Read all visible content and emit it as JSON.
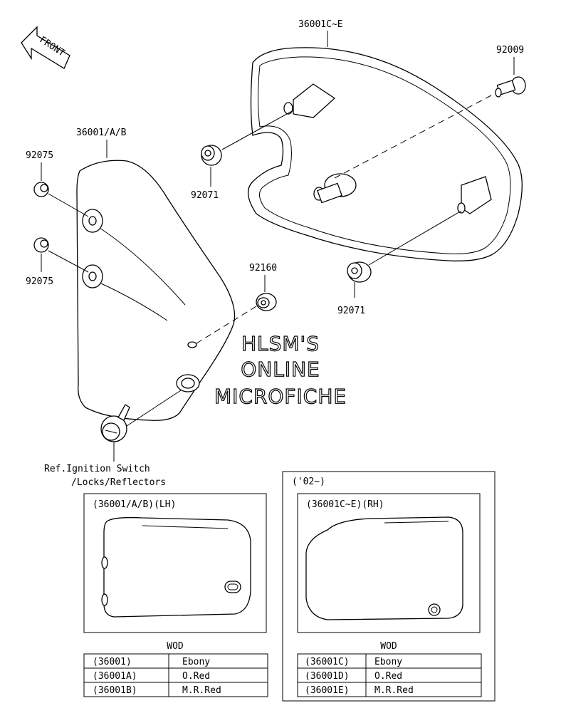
{
  "front_arrow": {
    "label": "FRONT"
  },
  "parts": {
    "cover_rh": "36001C~E",
    "bolt": "92009",
    "cover_lh": "36001/A/B",
    "grommet_upper_left": "92075",
    "grommet_lower_left": "92075",
    "grommet_upper_rh": "92071",
    "grommet_lower_rh": "92071",
    "grommet_mid": "92160"
  },
  "ref_note": {
    "line1": "Ref.Ignition Switch",
    "line2": "/Locks/Reflectors"
  },
  "watermark": {
    "line1": "HLSM'S",
    "line2": "ONLINE",
    "line3": "MICROFICHE"
  },
  "inset_lh": {
    "title": "(36001/A/B)(LH)",
    "table_header": "WOD",
    "rows": [
      {
        "code": "(36001)",
        "color": "Ebony"
      },
      {
        "code": "(36001A)",
        "color": "O.Red"
      },
      {
        "code": "(36001B)",
        "color": "M.R.Red"
      }
    ]
  },
  "inset_rh": {
    "year": "('02~)",
    "title": "(36001C~E)(RH)",
    "table_header": "WOD",
    "rows": [
      {
        "code": "(36001C)",
        "color": "Ebony"
      },
      {
        "code": "(36001D)",
        "color": "O.Red"
      },
      {
        "code": "(36001E)",
        "color": "M.R.Red"
      }
    ]
  }
}
